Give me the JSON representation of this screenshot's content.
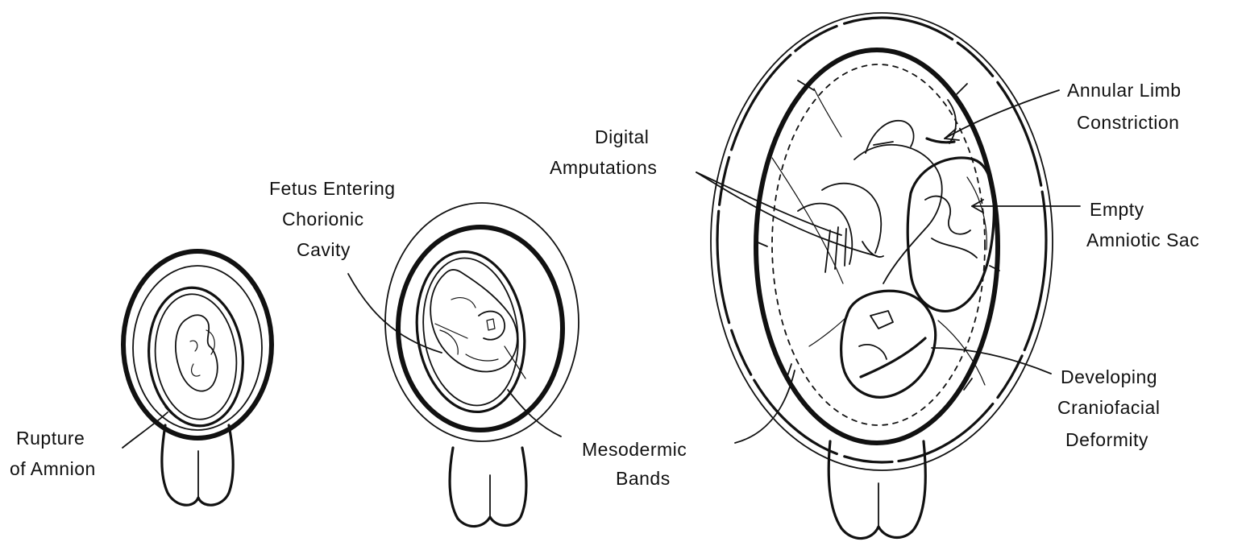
{
  "labels": {
    "rupture": [
      "Rupture",
      "of Amnion"
    ],
    "fetus_entering": [
      "Fetus Entering",
      "Chorionic",
      "Cavity"
    ],
    "digital": [
      "Digital",
      "Amputations"
    ],
    "annular": [
      "Annular Limb",
      "Constriction"
    ],
    "empty_sac": [
      "Empty",
      "Amniotic Sac"
    ],
    "mesodermic": [
      "Mesodermic",
      "Bands"
    ],
    "craniofacial": [
      "Developing",
      "Craniofacial",
      "Deformity"
    ]
  },
  "colors": {
    "ink": "#111111",
    "background": "#ffffff"
  }
}
